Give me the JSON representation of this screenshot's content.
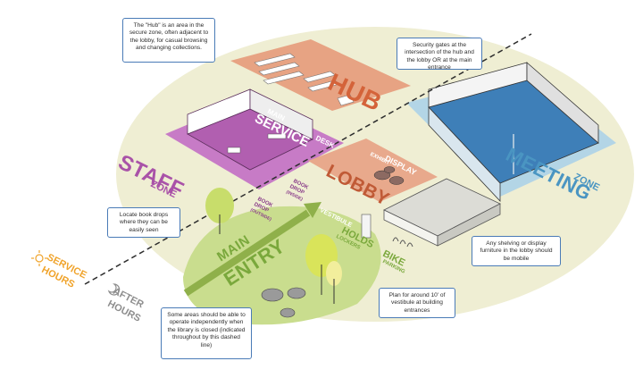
{
  "zones": {
    "hub": "HUB",
    "staff": "STAFF",
    "staff_sub": "ZONE",
    "main_service": "MAIN",
    "main_service_2": "SERVICE",
    "desk": "DESK",
    "lobby": "LOBBY",
    "meeting": "MEETING",
    "meeting_sub": "ZONE",
    "exhibit": "EXHIBIT",
    "display": "DISPLAY",
    "book_drop": "BOOK",
    "book_drop_2": "DROP",
    "book_drop_sub": "(INSIDE)",
    "book_drop_ext": "BOOK",
    "book_drop_ext_2": "DROP",
    "book_drop_ext_sub": "(OUTSIDE)",
    "vestibule": "VESTIBULE",
    "holds": "HOLDS",
    "lockers": "LOCKERS",
    "bike": "BIKE",
    "parking": "PARKING",
    "main_entry_1": "MAIN",
    "main_entry_2": "ENTRY"
  },
  "legend": {
    "service_1": "SERVICE",
    "service_2": "HOURS",
    "after_1": "AFTER",
    "after_2": "HOURS"
  },
  "notes": {
    "hub": "The \"Hub\" is an area in the secure zone, often adjacent to the lobby, for casual browsing and changing collections.",
    "gates": "Security gates at the intersection of the hub and the lobby OR at the main entrance",
    "book_drops": "Locate book drops where they can be easily seen",
    "shelving": "Any shelving or display furniture in the lobby should be mobile",
    "vestibule": "Plan for around 10' of vestibule at building entrances",
    "after_hours": "Some areas should be able to operate independently when the library is closed (indicated throughout by this dashed line)"
  },
  "colors": {
    "hub": "#e7a383",
    "hub_text": "#d4633a",
    "staff": "#c77bc6",
    "staff_text": "#a952a8",
    "lobby": "#e8a98c",
    "meeting": "#b3d5e6",
    "meeting_text": "#4a95c2",
    "entry": "#c9dd8e",
    "entry_text": "#7aa83c",
    "ground": "#efeed3",
    "service_hours": "#f0a32a",
    "after_hours": "#8e8e8e",
    "note_border": "#4a7bb7"
  },
  "icons": [
    "sun-icon",
    "moon-icon",
    "tree-icon",
    "rock-icon",
    "bike-rack-icon",
    "locker-icon",
    "arrow-icon"
  ]
}
